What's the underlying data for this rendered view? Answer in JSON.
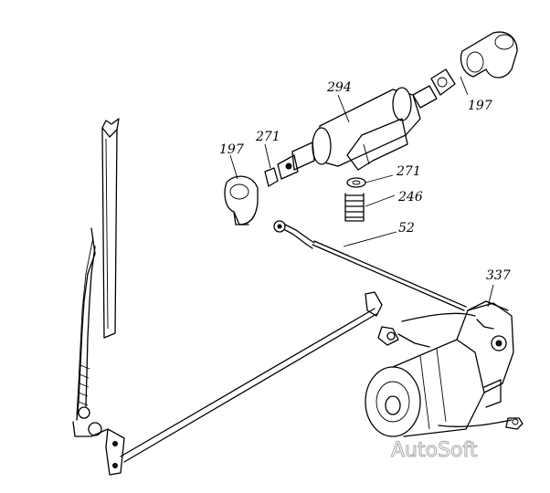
{
  "diagram": {
    "callouts": {
      "c294": "294",
      "c197_right": "197",
      "c197_left": "197",
      "c271_upper": "271",
      "c271_lower": "271",
      "c246": "246",
      "c52": "52",
      "c337": "337"
    },
    "watermark": "AutoSoft"
  }
}
